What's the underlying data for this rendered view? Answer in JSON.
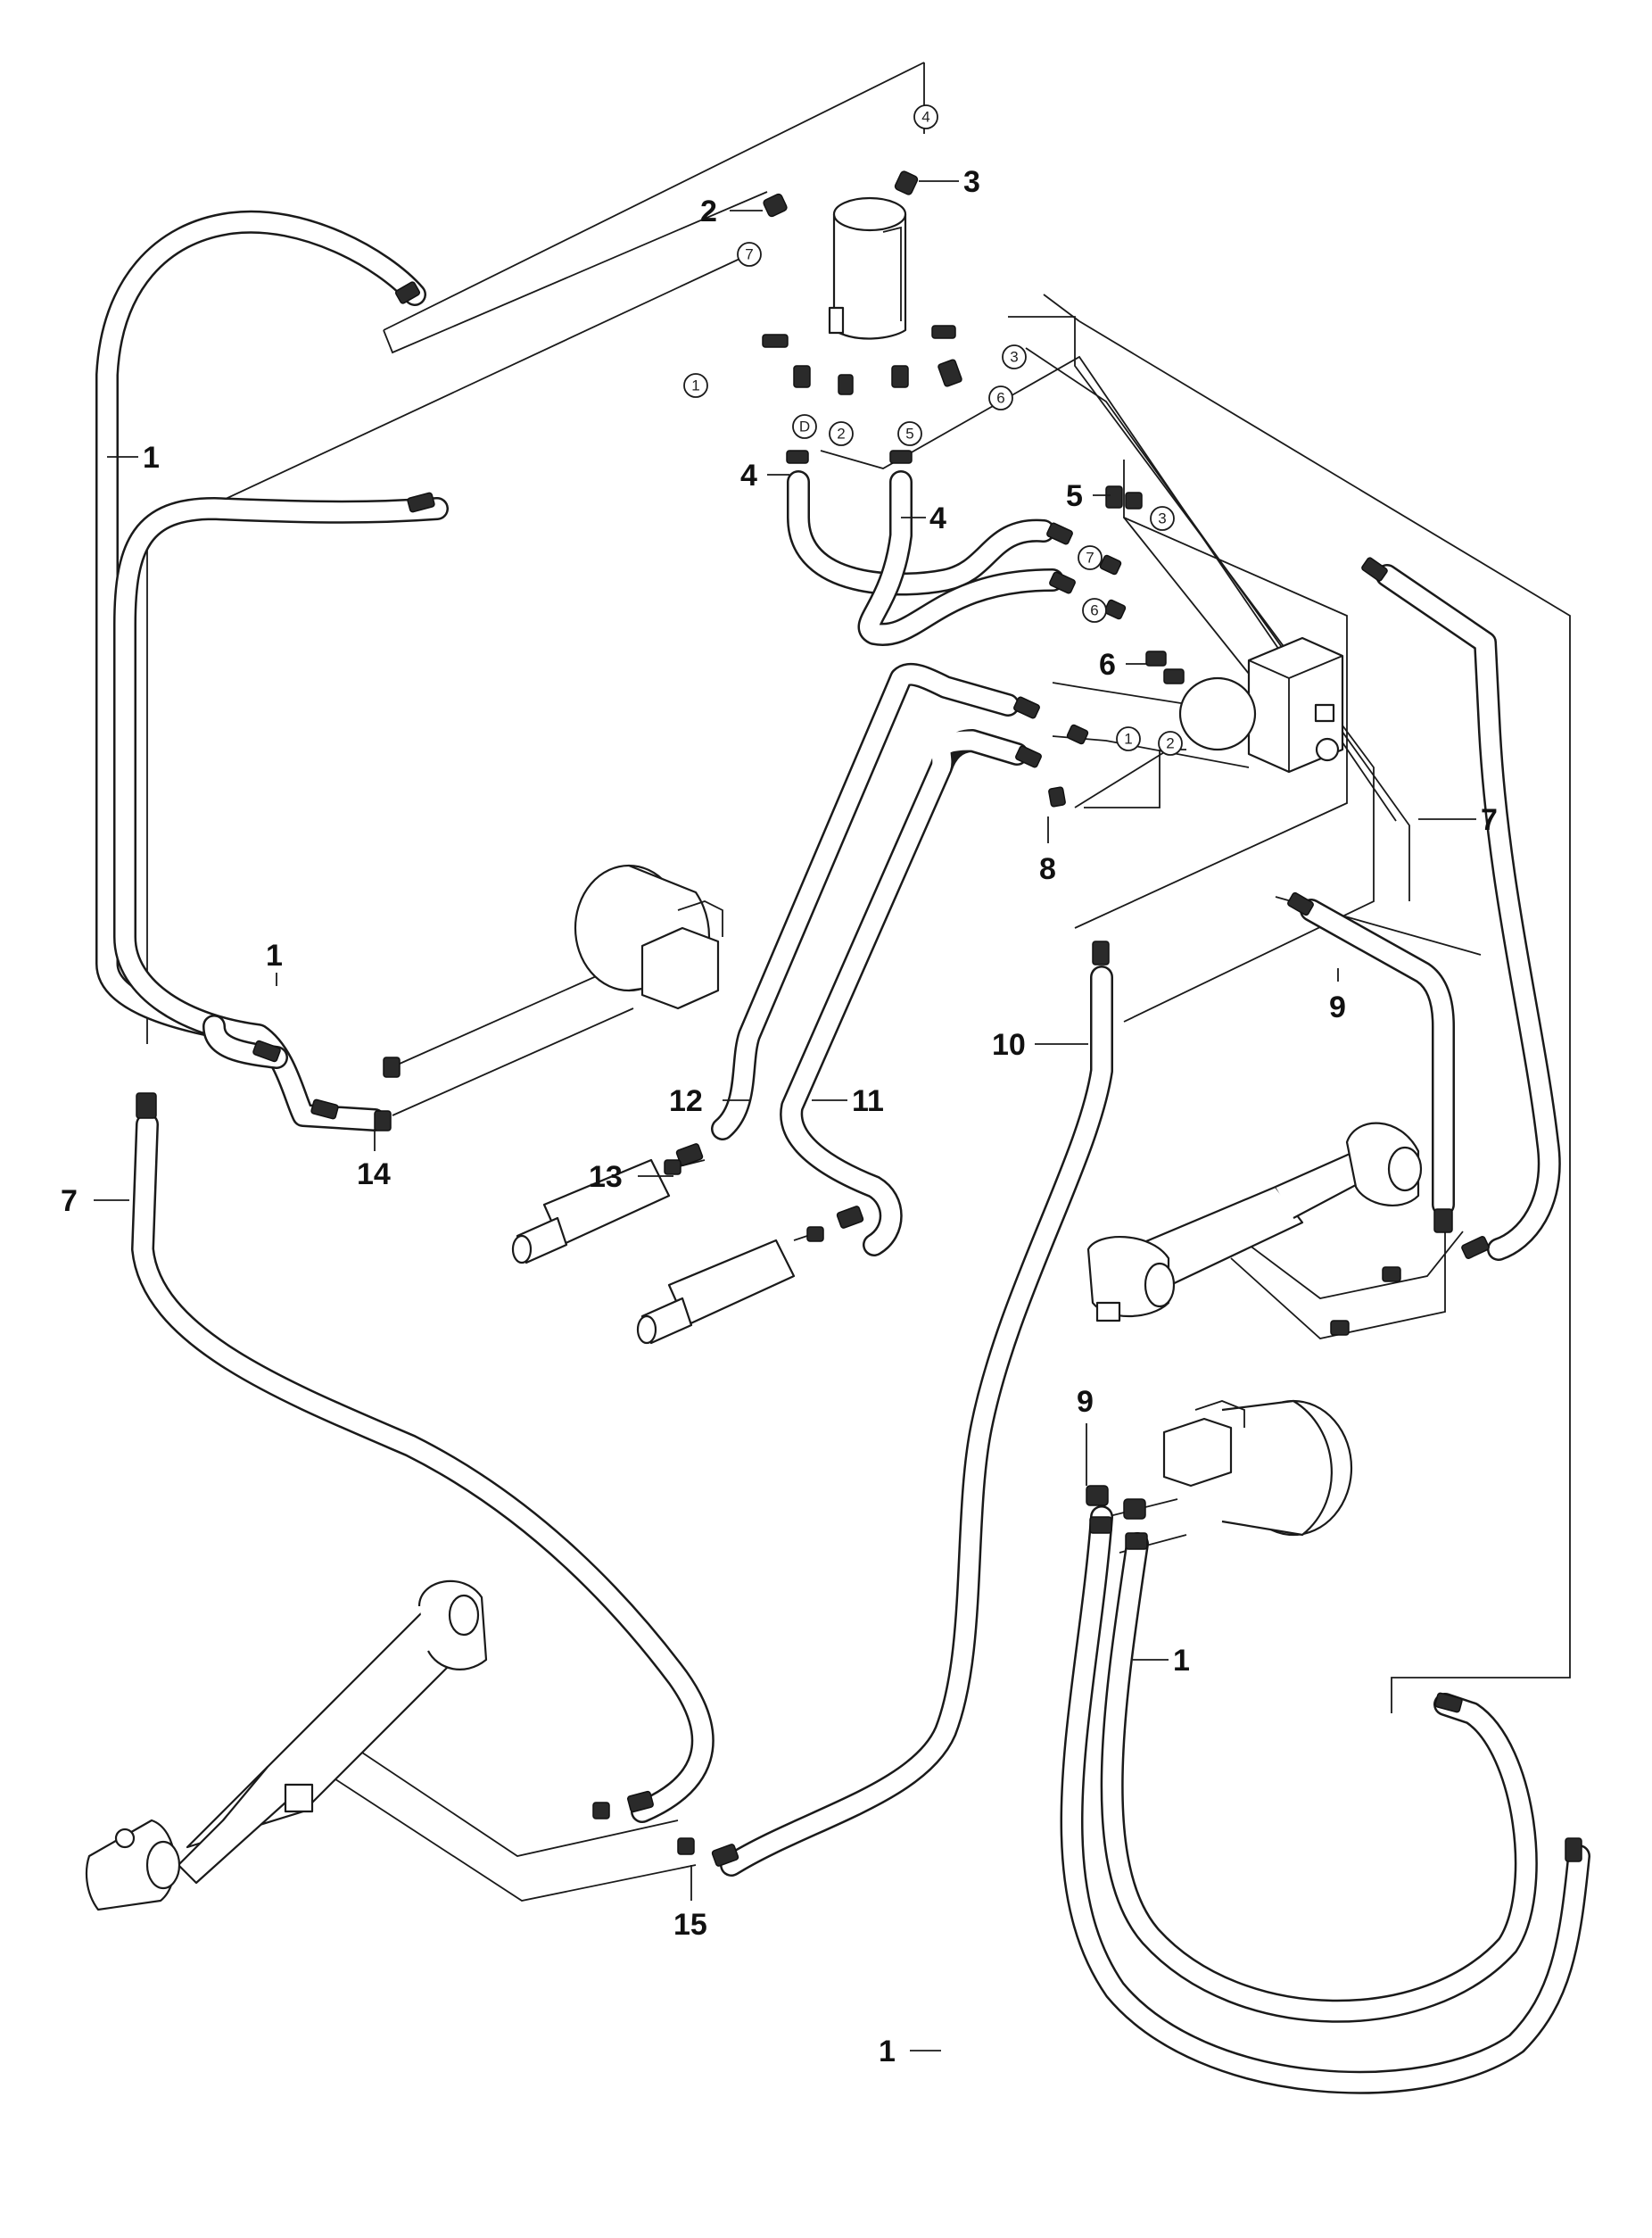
{
  "diagram": {
    "type": "hydraulic hose routing exploded parts diagram",
    "callouts": [
      {
        "id": "c2",
        "label": "2"
      },
      {
        "id": "c3",
        "label": "3"
      },
      {
        "id": "c1a",
        "label": "1"
      },
      {
        "id": "c4a",
        "label": "4"
      },
      {
        "id": "c4b",
        "label": "4"
      },
      {
        "id": "c5",
        "label": "5"
      },
      {
        "id": "c6",
        "label": "6"
      },
      {
        "id": "c7a",
        "label": "7"
      },
      {
        "id": "c8",
        "label": "8"
      },
      {
        "id": "c9a",
        "label": "9"
      },
      {
        "id": "c10",
        "label": "10"
      },
      {
        "id": "c1b",
        "label": "1"
      },
      {
        "id": "c12",
        "label": "12"
      },
      {
        "id": "c11",
        "label": "11"
      },
      {
        "id": "c13",
        "label": "13"
      },
      {
        "id": "c14",
        "label": "14"
      },
      {
        "id": "c7b",
        "label": "7"
      },
      {
        "id": "c9b",
        "label": "9"
      },
      {
        "id": "c1c",
        "label": "1"
      },
      {
        "id": "c15",
        "label": "15"
      },
      {
        "id": "c1d",
        "label": "1"
      }
    ],
    "port_refs": [
      {
        "id": "r4top",
        "label": "4"
      },
      {
        "id": "r7top",
        "label": "7"
      },
      {
        "id": "r1top",
        "label": "1"
      },
      {
        "id": "r3top",
        "label": "3"
      },
      {
        "id": "r6top",
        "label": "6"
      },
      {
        "id": "rD",
        "label": "D"
      },
      {
        "id": "r2top",
        "label": "2"
      },
      {
        "id": "r5top",
        "label": "5"
      },
      {
        "id": "r3val",
        "label": "3"
      },
      {
        "id": "r7val",
        "label": "7"
      },
      {
        "id": "r6val",
        "label": "6"
      },
      {
        "id": "r1val",
        "label": "1"
      },
      {
        "id": "r2val",
        "label": "2"
      }
    ],
    "components": [
      "pump-motor",
      "valve-block",
      "drive-motor-left",
      "drive-motor-right",
      "lift-cylinder-left",
      "lift-cylinder-right",
      "small-cylinder-a",
      "small-cylinder-b"
    ]
  }
}
